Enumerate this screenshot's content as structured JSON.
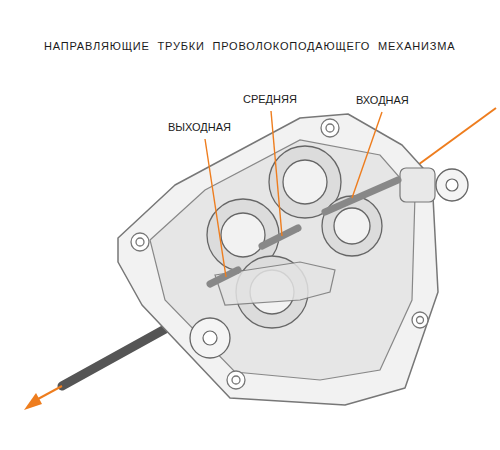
{
  "diagram": {
    "title": "НАПРАВЛЯЮЩИЕ ТРУБКИ ПРОВОЛОКОПОДАЮЩЕГО МЕХАНИЗМА",
    "labels": [
      "ВЫХОДНАЯ",
      "СРЕДНЯЯ",
      "ВХОДНАЯ"
    ]
  }
}
